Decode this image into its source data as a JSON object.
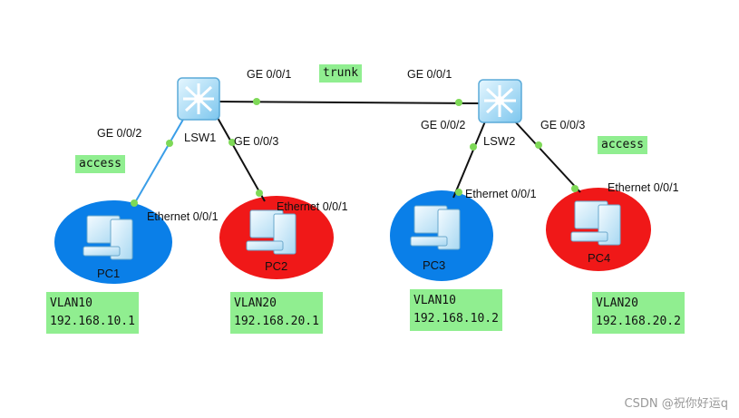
{
  "devices": {
    "lsw1": "LSW1",
    "lsw2": "LSW2",
    "pc1": "PC1",
    "pc2": "PC2",
    "pc3": "PC3",
    "pc4": "PC4"
  },
  "ports": {
    "lsw1_g1": "GE 0/0/1",
    "lsw1_g2": "GE 0/0/2",
    "lsw1_g3": "GE 0/0/3",
    "lsw2_g1": "GE 0/0/1",
    "lsw2_g2": "GE 0/0/2",
    "lsw2_g3": "GE 0/0/3",
    "pc1_eth": "Ethernet 0/0/1",
    "pc2_eth": "Ethernet 0/0/1",
    "pc3_eth": "Ethernet 0/0/1",
    "pc4_eth": "Ethernet 0/0/1"
  },
  "link_tags": {
    "trunk": "trunk",
    "access_left": "access",
    "access_right": "access"
  },
  "hosts": {
    "pc1": {
      "vlan": "VLAN10",
      "ip": "192.168.10.1"
    },
    "pc2": {
      "vlan": "VLAN20",
      "ip": "192.168.20.1"
    },
    "pc3": {
      "vlan": "VLAN10",
      "ip": "192.168.10.2"
    },
    "pc4": {
      "vlan": "VLAN20",
      "ip": "192.168.20.2"
    }
  },
  "colors": {
    "vlan10": "#0a7fe8",
    "vlan20": "#f01818",
    "tag_bg": "#90ee90",
    "port_dot": "#7ed957",
    "access_link": "#3a9ee8"
  },
  "watermark": "CSDN @祝你好运q"
}
